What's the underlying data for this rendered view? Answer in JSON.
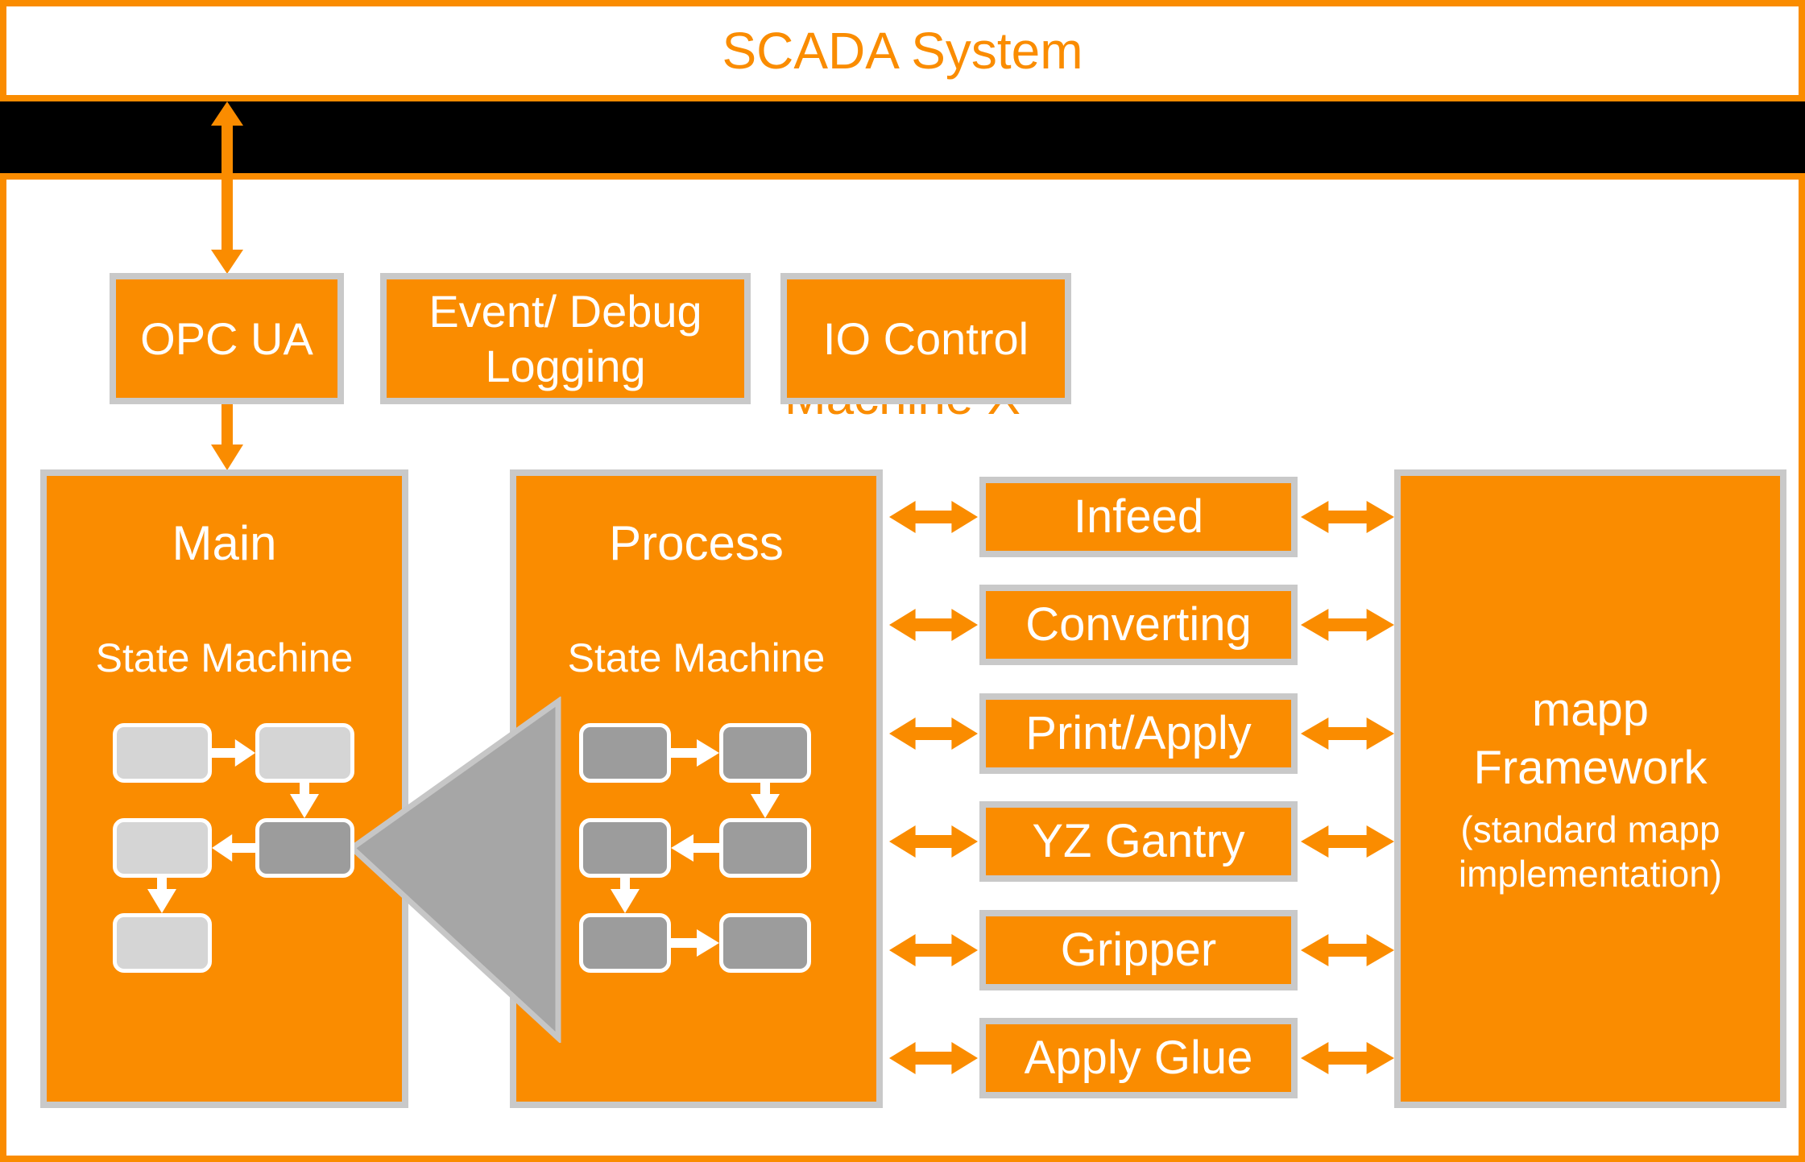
{
  "colors": {
    "orange": "#FA8C00",
    "panel_border": "#C9C9C9",
    "state_light": "#D5D5D5",
    "state_dark": "#9C9C9C",
    "triangle_fill": "#A6A6A6",
    "triangle_border": "#C6C6C6",
    "background": "#000000",
    "surface": "#FFFFFF",
    "text_on_orange": "#FFFFFF"
  },
  "scada": {
    "title": "SCADA System"
  },
  "machine": {
    "title": "Machine X"
  },
  "top_row": {
    "opc_ua": {
      "label": "OPC UA"
    },
    "event_logging": {
      "line1": "Event/ Debug",
      "line2": "Logging"
    },
    "io_control": {
      "label": "IO Control"
    }
  },
  "main": {
    "title": "Main",
    "subtitle": "State Machine"
  },
  "process": {
    "title": "Process",
    "subtitle": "State Machine"
  },
  "modules": [
    {
      "label": "Infeed"
    },
    {
      "label": "Converting"
    },
    {
      "label": "Print/Apply"
    },
    {
      "label": "YZ Gantry"
    },
    {
      "label": "Gripper"
    },
    {
      "label": "Apply Glue"
    }
  ],
  "mapp": {
    "title_line1": "mapp",
    "title_line2": "Framework",
    "subtitle": "(standard mapp implementation)"
  },
  "icons": {
    "scada_link": "vertical-double-arrow",
    "opc_to_main": "down-arrow",
    "module_link": "horizontal-double-arrow",
    "flow_right": "right-arrow",
    "flow_left": "left-arrow",
    "flow_down": "down-arrow",
    "callout": "left-pointing-triangle"
  }
}
